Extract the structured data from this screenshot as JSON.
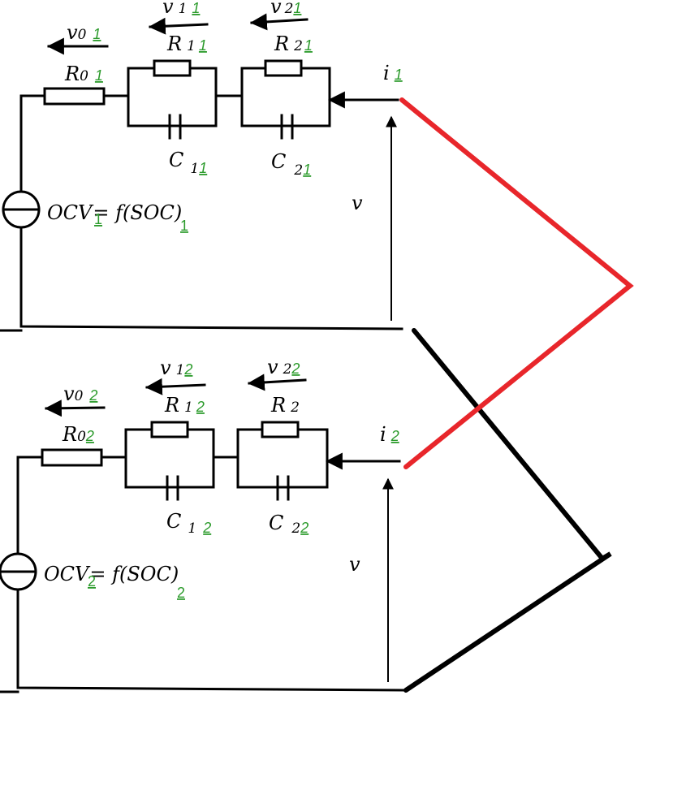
{
  "colors": {
    "wire": "#000000",
    "top_link": "#e8262b",
    "bottom_link": "#000000",
    "index": "#2a9a2a"
  },
  "circuit_top": {
    "v0": {
      "sym": "v",
      "sub": "0",
      "idx": "1"
    },
    "v1": {
      "sym": "v",
      "sub": "1",
      "idx": "1"
    },
    "v2": {
      "sym": "v",
      "sub": "2",
      "idx": "1"
    },
    "R0": {
      "sym": "R",
      "sub": "0",
      "idx": "1"
    },
    "R1": {
      "sym": "R",
      "sub": "1",
      "idx": "1"
    },
    "R2": {
      "sym": "R",
      "sub": "2",
      "idx": "1"
    },
    "C1": {
      "sym": "C",
      "sub": "1",
      "idx": "1"
    },
    "C2": {
      "sym": "C",
      "sub": "2",
      "idx": "1"
    },
    "current": {
      "sym": "i",
      "idx": "1"
    },
    "voltage": {
      "sym": "v"
    },
    "ocv": {
      "a": "OCV",
      "b": "= f(SOC)",
      "idx1": "1",
      "idx2": "1"
    }
  },
  "circuit_bottom": {
    "v0": {
      "sym": "v",
      "sub": "0",
      "idx": "2"
    },
    "v1": {
      "sym": "v",
      "sub": "1",
      "idx": "2"
    },
    "v2": {
      "sym": "v",
      "sub": "2",
      "idx": "2"
    },
    "R0": {
      "sym": "R",
      "sub": "0",
      "idx": "2"
    },
    "R1": {
      "sym": "R",
      "sub": "1",
      "idx": "2"
    },
    "R2": {
      "sym": "R",
      "sub": "2",
      "idx": ""
    },
    "C1": {
      "sym": "C",
      "sub": "1",
      "idx": "2"
    },
    "C2": {
      "sym": "C",
      "sub": "2",
      "idx": "2"
    },
    "current": {
      "sym": "i",
      "idx": "2"
    },
    "voltage": {
      "sym": "v"
    },
    "ocv": {
      "a": "OCV",
      "b": "= f(SOC)",
      "idx1": "2",
      "idx2": "2"
    }
  }
}
